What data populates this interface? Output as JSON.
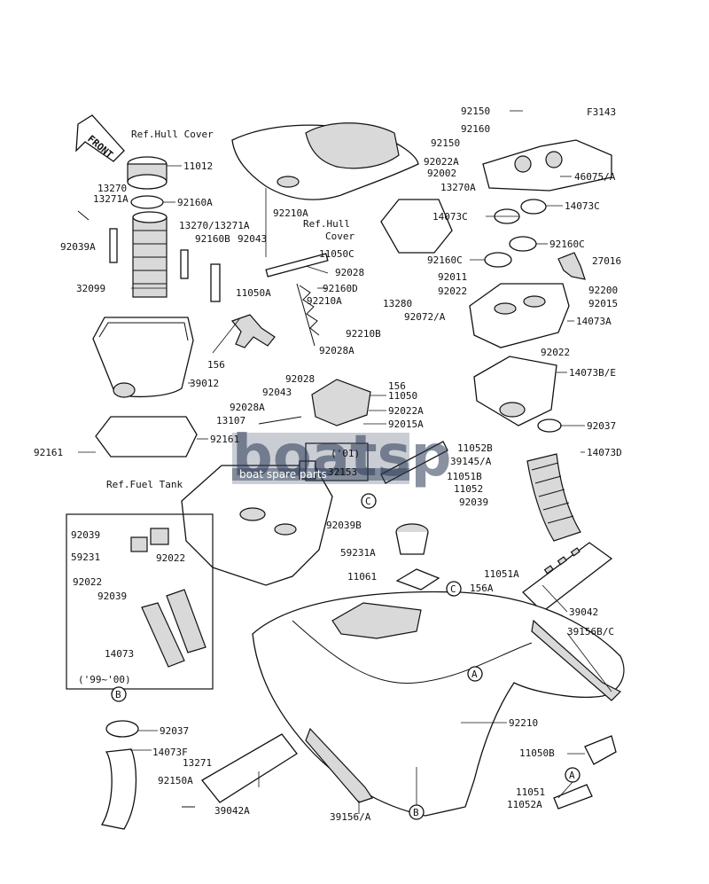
{
  "figure_code": "F3143",
  "front_label": "FRONT",
  "refs": {
    "hull_cover_top": "Ref.Hull Cover",
    "hull_cover_mid_1": "Ref.Hull",
    "hull_cover_mid_2": "Cover",
    "fuel_tank": "Ref.Fuel Tank"
  },
  "year_labels": {
    "y01": "('01)",
    "y99_00": "('99~'00)"
  },
  "callouts": {
    "c": "C",
    "b": "B",
    "a": "A"
  },
  "watermark": {
    "text": "boatsp",
    "sub": "boat spare parts"
  },
  "parts": [
    "11012",
    "13270",
    "13271A",
    "92160A",
    "92039A",
    "13270/13271A",
    "92160B",
    "92043",
    "92210A",
    "32099",
    "11050A",
    "92028",
    "92160D",
    "92210A",
    "39012",
    "156",
    "92043",
    "92028",
    "92028A",
    "92210B",
    "13280",
    "92072/A",
    "11050C",
    "156",
    "11050",
    "92028A",
    "13107",
    "92022A",
    "92015A",
    "92161",
    "92161",
    "32153",
    "92150",
    "92160",
    "92150",
    "92022A",
    "92002",
    "13270A",
    "46075/A",
    "14073C",
    "14073C",
    "92160C",
    "92160C",
    "27016",
    "92011",
    "92022",
    "92200",
    "92015",
    "14073A",
    "92022",
    "14073B/E",
    "92037",
    "14073D",
    "11052B",
    "39145/A",
    "11051B",
    "11052",
    "92039",
    "92039B",
    "59231A",
    "11061",
    "92039",
    "59231",
    "92022",
    "92022",
    "92039",
    "14073",
    "156A",
    "11051A",
    "39042",
    "39156B/C",
    "92210",
    "92037",
    "14073F",
    "13271",
    "92150A",
    "39042A",
    "39156/A",
    "11050B",
    "11051",
    "11052A"
  ]
}
